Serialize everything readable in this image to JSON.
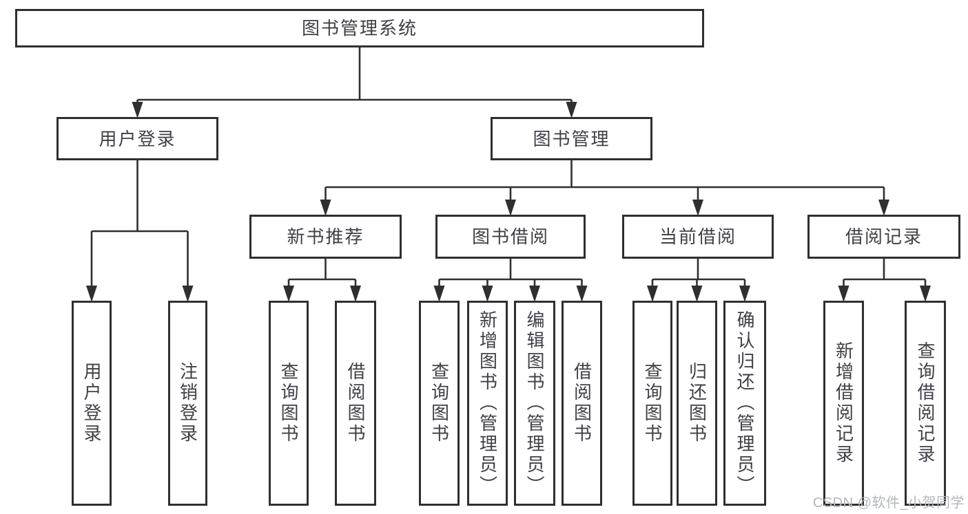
{
  "diagram": {
    "root": {
      "label": "图书管理系统"
    },
    "level2": [
      {
        "label": "用户登录"
      },
      {
        "label": "图书管理"
      }
    ],
    "level3": [
      {
        "label": "新书推荐",
        "parent": "图书管理"
      },
      {
        "label": "图书借阅",
        "parent": "图书管理"
      },
      {
        "label": "当前借阅",
        "parent": "图书管理"
      },
      {
        "label": "借阅记录",
        "parent": "图书管理"
      }
    ],
    "level4": [
      {
        "parent": "用户登录",
        "items": [
          {
            "label": "用户登录"
          },
          {
            "label": "注销登录"
          }
        ]
      },
      {
        "parent": "新书推荐",
        "items": [
          {
            "label": "查询图书"
          },
          {
            "label": "借阅图书"
          }
        ]
      },
      {
        "parent": "图书借阅",
        "items": [
          {
            "label": "查询图书"
          },
          {
            "label": "新增图书（管理员）"
          },
          {
            "label": "编辑图书（管理员）"
          },
          {
            "label": "借阅图书"
          }
        ]
      },
      {
        "parent": "当前借阅",
        "items": [
          {
            "label": "查询图书"
          },
          {
            "label": "归还图书"
          },
          {
            "label": "确认归还（管理员）"
          }
        ]
      },
      {
        "parent": "借阅记录",
        "items": [
          {
            "label": "新增借阅记录"
          },
          {
            "label": "查询借阅记录"
          }
        ]
      }
    ]
  },
  "watermark": {
    "text": "CSDN @软件_小贺同学"
  },
  "colors": {
    "line": "#2f2f2f",
    "text": "#3f3f46",
    "watermark": "#b3b6bb",
    "background": "#ffffff"
  }
}
